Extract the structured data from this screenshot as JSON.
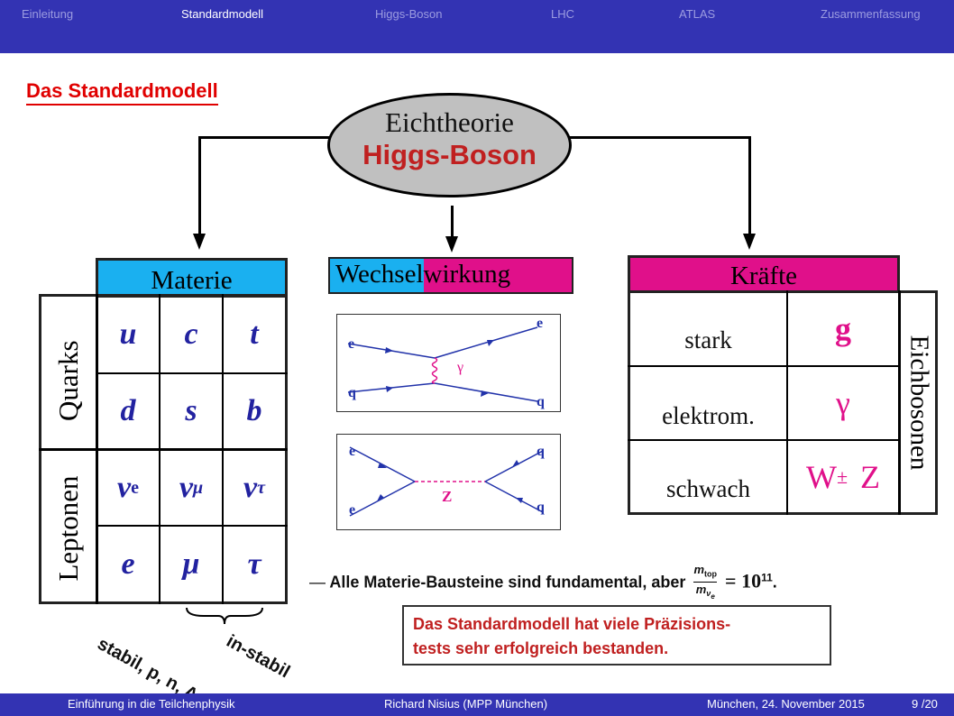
{
  "nav": {
    "items": [
      "Einleitung",
      "Standardmodell",
      "Higgs-Boson",
      "LHC",
      "ATLAS",
      "Zusammenfassung"
    ],
    "active_index": 1
  },
  "slide": {
    "title": "Das Standardmodell",
    "ellipse_line1": "Eichtheorie",
    "ellipse_line2": "Higgs-Boson",
    "materie": {
      "header": "Materie",
      "quarks_label": "Quarks",
      "leptonen_label": "Leptonen",
      "row1": [
        "u",
        "c",
        "t"
      ],
      "row2": [
        "d",
        "s",
        "b"
      ],
      "row3": [
        "ν",
        "ν",
        "ν"
      ],
      "row3_sub": [
        "e",
        "μ",
        "τ"
      ],
      "row4": [
        "e",
        "μ",
        "τ"
      ]
    },
    "ww": {
      "left": "Wechsel",
      "right": "wirkung"
    },
    "feyn1": {
      "tl": "e",
      "bl": "q",
      "tr": "e",
      "br": "q",
      "boson": "γ"
    },
    "feyn2": {
      "tl": "e",
      "bl": "e",
      "tr": "q",
      "br": "q",
      "boson": "Z"
    },
    "kraefte": {
      "header": "Kräfte",
      "side_label": "Eichbosonen",
      "rows": [
        {
          "label": "stark",
          "symbol": "g"
        },
        {
          "label": "elektrom.",
          "symbol": "γ"
        },
        {
          "label": "schwach",
          "symbol": "W",
          "sup": "±",
          "symbol2": "Z"
        }
      ]
    },
    "bullet": {
      "dash": "—",
      "text": "Alle Materie-Bausteine sind fundamental, aber",
      "num": "m",
      "num_sub": "top",
      "den": "m",
      "den_sub": "ν",
      "den_subsub": "e",
      "eq": "= 10",
      "exp": "11",
      "end": "."
    },
    "stabil": "stabil, p, n, A",
    "instabil": "in-stabil",
    "box_text_line1": "Das Standardmodell hat viele Präzisions-",
    "box_text_line2": "tests sehr erfolgreich bestanden."
  },
  "footer": {
    "left": "Einführung in die Teilchenphysik",
    "center": "Richard Nisius  (MPP München)",
    "right": "München, 24. November 2015",
    "page": "9 /20"
  },
  "colors": {
    "bar": "#3333b3",
    "cyan": "#1ab0f0",
    "magenta": "#e0108a",
    "red": "#e00000"
  }
}
